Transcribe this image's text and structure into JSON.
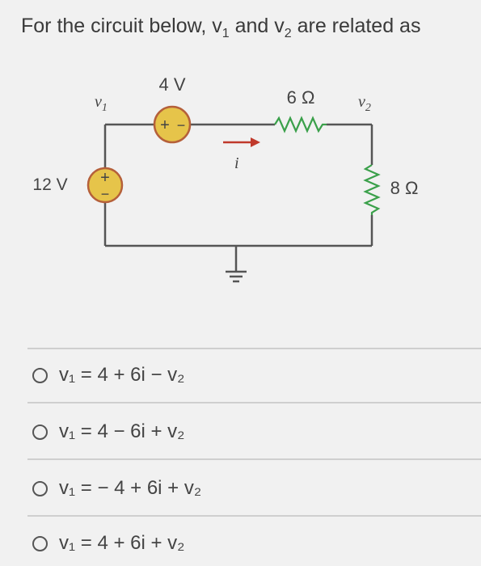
{
  "question": {
    "prefix": "For the circuit below, v",
    "sub1": "1",
    "middle": " and v",
    "sub2": "2",
    "suffix": " are related as"
  },
  "circuit": {
    "source_left_value": "12 V",
    "source_top_value": "4 V",
    "resistor_top_value": "6 Ω",
    "resistor_right_value": "8 Ω",
    "node1_label": "v",
    "node1_sub": "1",
    "node2_label": "v",
    "node2_sub": "2",
    "current_label": "i",
    "plus_sign": "+",
    "minus_sign": "−"
  },
  "choices": [
    {
      "text": "v₁ = 4 + 6i − v₂",
      "selected": false
    },
    {
      "text": "v₁ = 4 − 6i + v₂",
      "selected": false
    },
    {
      "text": "v₁ = − 4 + 6i + v₂",
      "selected": false
    },
    {
      "text": "v₁ = 4 + 6i + v₂",
      "selected": false
    }
  ],
  "colors": {
    "source_fill": "#e6c44a",
    "source_stroke": "#b5603a",
    "current_arrow": "#c0392b",
    "wire": "#555555"
  }
}
